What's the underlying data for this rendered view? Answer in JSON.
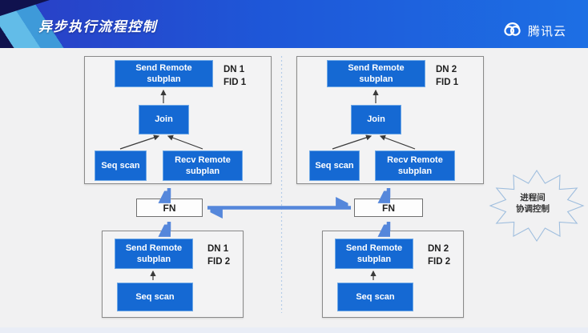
{
  "header": {
    "title": "异步执行流程控制",
    "logo_text": "腾讯云"
  },
  "diagram": {
    "fn_label": "FN",
    "burst": {
      "line1": "进程间",
      "line2": "协调控制"
    },
    "groups": [
      {
        "tag1": "DN 1",
        "tag2": "FID 1",
        "send": "Send Remote subplan",
        "join": "Join",
        "seq": "Seq scan",
        "recv": "Recv Remote subplan"
      },
      {
        "tag1": "DN 2",
        "tag2": "FID 1",
        "send": "Send Remote subplan",
        "join": "Join",
        "seq": "Seq scan",
        "recv": "Recv Remote subplan"
      },
      {
        "tag1": "DN 1",
        "tag2": "FID 2",
        "send": "Send Remote subplan",
        "seq": "Seq scan"
      },
      {
        "tag1": "DN 2",
        "tag2": "FID 2",
        "send": "Send Remote subplan",
        "seq": "Seq scan"
      }
    ],
    "colors": {
      "node_blue": "#1569d3",
      "arrow_blue": "#5587db",
      "header_left": "#2a3ec5",
      "header_right": "#1d6fe4",
      "burst_outline": "#9fbede"
    }
  }
}
